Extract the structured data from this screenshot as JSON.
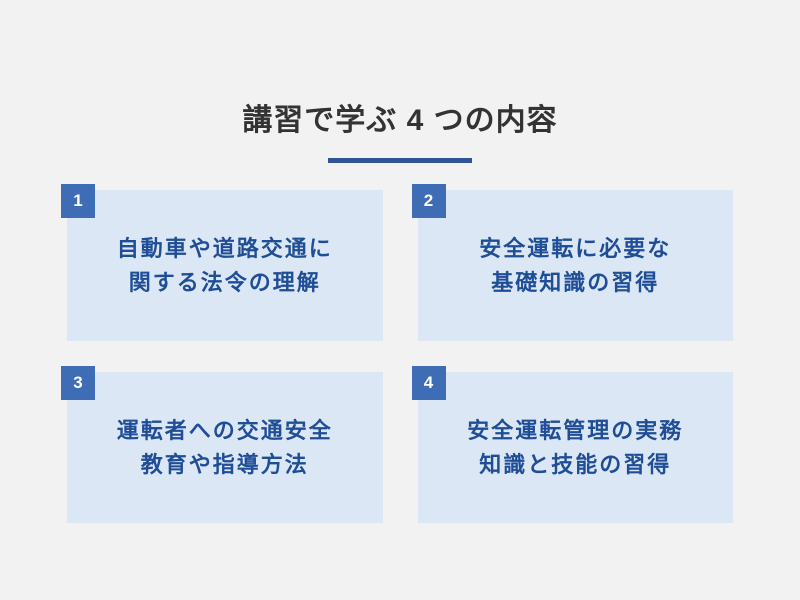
{
  "title": {
    "text": "講習で学ぶ 4 つの内容"
  },
  "cards": [
    {
      "number": "1",
      "lines": [
        "自動車や道路交通に",
        "関する法令の理解"
      ]
    },
    {
      "number": "2",
      "lines": [
        "安全運転に必要な",
        "基礎知識の習得"
      ]
    },
    {
      "number": "3",
      "lines": [
        "運転者への交通安全",
        "教育や指導方法"
      ]
    },
    {
      "number": "4",
      "lines": [
        "安全運転管理の実務",
        "知識と技能の習得"
      ]
    }
  ],
  "colors": {
    "page_background": "#f2f2f2",
    "card_background": "#dbe7f4",
    "badge_background": "#3e6cb5",
    "badge_text": "#ffffff",
    "card_text": "#1f4e96",
    "title_text": "#333333",
    "title_underline": "#2f5597"
  }
}
